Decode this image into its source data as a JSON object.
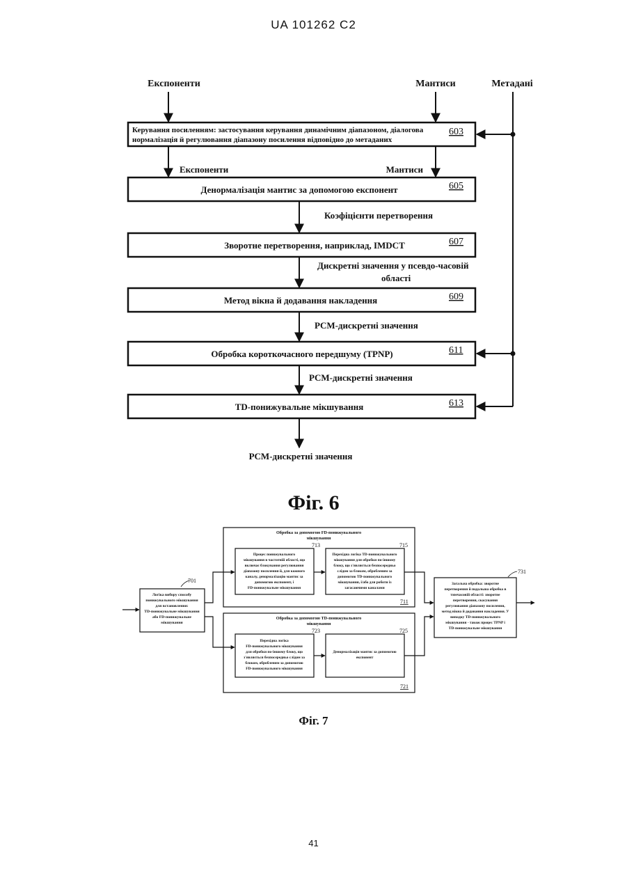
{
  "page": {
    "header": "UA   101262   C2",
    "footer": "41"
  },
  "fig6": {
    "caption": "Фіг. 6",
    "inputs": {
      "exponents": "Експоненти",
      "mantissas": "Мантиси",
      "metadata": "Метадані"
    },
    "blocks": [
      {
        "id": "603",
        "lines": [
          "Керування посиленням: застосування керування динамічним діапазоном, діалогова",
          "нормалізація й регулювання діапазону посилення відповідно до метаданих"
        ]
      },
      {
        "id": "605",
        "lines": [
          "Денормалізація мантис за допомогою експонент"
        ]
      },
      {
        "id": "607",
        "lines": [
          "Зворотне перетворення, наприклад, IMDCT"
        ]
      },
      {
        "id": "609",
        "lines": [
          "Метод вікна й додавання накладення"
        ]
      },
      {
        "id": "611",
        "lines": [
          "Обробка короткочасного передшуму (TPNP)"
        ]
      },
      {
        "id": "613",
        "lines": [
          "TD-понижувальне мікшування"
        ]
      }
    ],
    "flow_labels": {
      "exponents": "Експоненти",
      "mantissas": "Мантиси",
      "coefficients": "Коэфіцієнти перетворення",
      "discrete_1": "Дискретні значення у псевдо-часовій",
      "discrete_2": "області",
      "pcm_1": "PCM-дискретні значення",
      "pcm_2": "PCM-дискретні значення",
      "pcm_out": "PCM-дискретні значення"
    }
  },
  "fig7": {
    "caption": "Фіг. 7",
    "block_701": {
      "id": "701",
      "lines": [
        "Логіка вибору способу",
        "понижувального мікшування",
        "для встановлення:",
        "TD-понижувальне мікшування",
        "або FD-понижувальне",
        "мікшування"
      ]
    },
    "group_711": {
      "id": "711",
      "title_lines": [
        "Обробка за допомогою FD-понижувального",
        "мікшування"
      ]
    },
    "block_713": {
      "id": "713",
      "lines": [
        "Процес понижувального",
        "мікшування в частотній області, що",
        "включає блокування регулювання",
        "діапазону посилення й, для кожного",
        "каналу, денормалізацію мантис за",
        "допомогою експонент, і",
        "FD-понижувальне мікшування"
      ]
    },
    "block_715": {
      "id": "715",
      "lines": [
        "Перехідна логіка TD-понижувального",
        "мікшування для обробки по-іншому",
        "блоку, що з'являється безпосередньо",
        "слідом за блоком, обробленим за",
        "допомогою TD-понижувального",
        "мікшування, і/або для роботи із",
        "загасаючими каналами"
      ]
    },
    "group_721": {
      "id": "721",
      "title_lines": [
        "Обробка за допомогою TD-понижувального",
        "мікшування"
      ]
    },
    "block_723": {
      "id": "723",
      "lines": [
        "Перехідна логіка",
        "FD-понижувального мікшування",
        "для обробки по-іншому блоку, що",
        "з'являється безпосередньо слідом за",
        "блоком, обробленим за допомогою",
        "FD-понижувального мікшування"
      ]
    },
    "block_725": {
      "id": "725",
      "lines": [
        "Денормалізація мантис за допомогою",
        "експонент"
      ]
    },
    "block_731": {
      "id": "731",
      "lines": [
        "Загальна обробка: зворотне",
        "перетворення й подальша обробка в",
        "тимчасовій області: зворотне",
        "перетворення, скасування",
        "регулювання діапазону посилення,",
        "метод вікна й додавання накладення. У",
        "випадку TD-понижувального",
        "мікшування - також процес TPNP і",
        "TD-понижувальне мікшування"
      ]
    }
  }
}
